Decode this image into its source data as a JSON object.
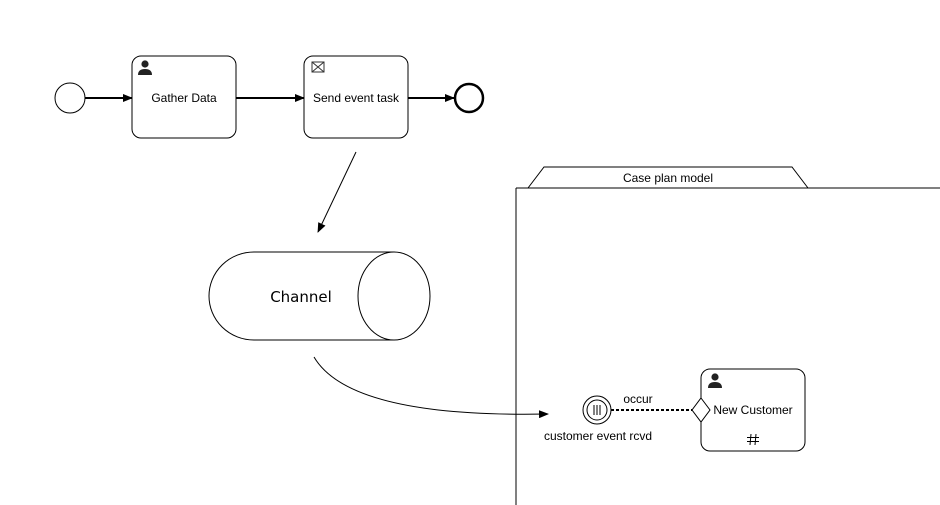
{
  "process": {
    "tasks": {
      "gather_data": {
        "label": "Gather Data",
        "type": "user-task",
        "icon": "user-icon"
      },
      "send_event": {
        "label": "Send event task",
        "type": "send-task",
        "icon": "envelope-icon"
      }
    }
  },
  "channel": {
    "label": "Channel"
  },
  "case_plan_model": {
    "title": "Case plan model",
    "event_listener": {
      "label": "customer event rcvd",
      "icon": "event-listener-icon"
    },
    "connector": {
      "label": "occur"
    },
    "human_task": {
      "label": "New Customer",
      "icon": "user-icon",
      "marker": "repetition-marker-icon"
    }
  }
}
